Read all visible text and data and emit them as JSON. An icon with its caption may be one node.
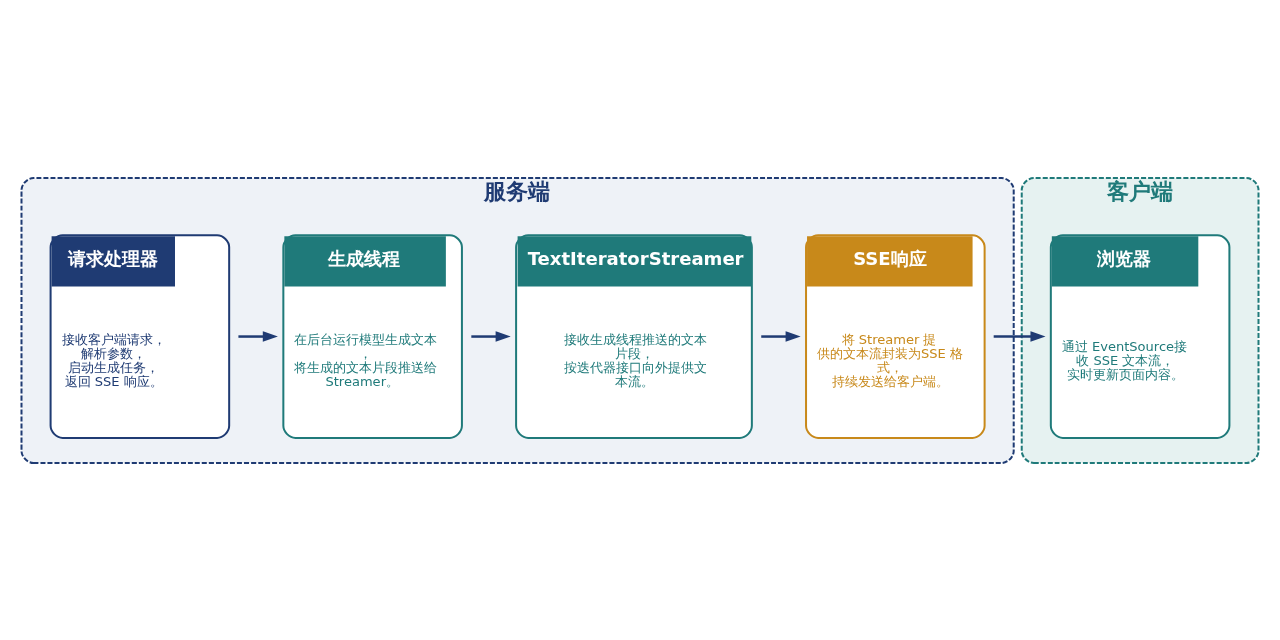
{
  "diagram": {
    "nodes": [
      {
        "text": [
          "服务端"
        ]
      },
      {
        "text": [
          "请求处理器",
          "接收客户端请求，解析参数，启动生成任务，返回 SSE 响应。"
        ],
        "in": 0
      },
      {
        "text": [
          "生成线程",
          "在后台运行模型生成文本，将生成的文本片段推送给 Streamer。"
        ],
        "in": 0
      },
      {
        "text": [
          "TextIteratorStreamer",
          "接收生成线程推送的文本片段，按迭代器接口向外提供文本流。"
        ],
        "in": 0
      },
      {
        "text": [
          "SSE响应",
          "将 Streamer 提供的文本流封装为SSE 格式，持续发送给客户端。"
        ],
        "in": 0
      },
      {
        "text": [
          "客户端"
        ]
      },
      {
        "text": [
          "浏览器",
          "通过 EventSource接收 SSE 文本流，实时更新页面内容。"
        ],
        "in": 5
      }
    ],
    "edges": [
      {
        "from": 1,
        "to": 2,
        "arrow": "to"
      },
      {
        "from": 2,
        "to": 3,
        "arrow": "to"
      },
      {
        "from": 3,
        "to": 4,
        "arrow": "to"
      },
      {
        "from": 4,
        "to": 6,
        "arrow": "to"
      }
    ]
  }
}
